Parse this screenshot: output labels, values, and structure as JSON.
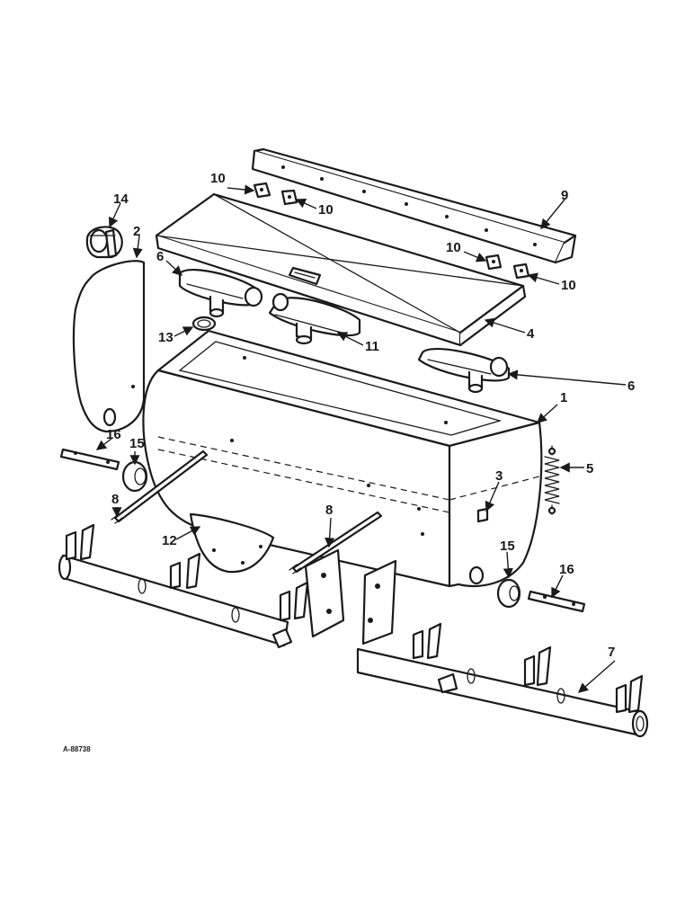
{
  "figure": {
    "reference_code": "A-88738",
    "callouts": [
      "1",
      "2",
      "3",
      "4",
      "5",
      "6",
      "6",
      "7",
      "8",
      "8",
      "9",
      "10",
      "10",
      "10",
      "10",
      "11",
      "12",
      "13",
      "14",
      "15",
      "15",
      "16",
      "16"
    ]
  }
}
